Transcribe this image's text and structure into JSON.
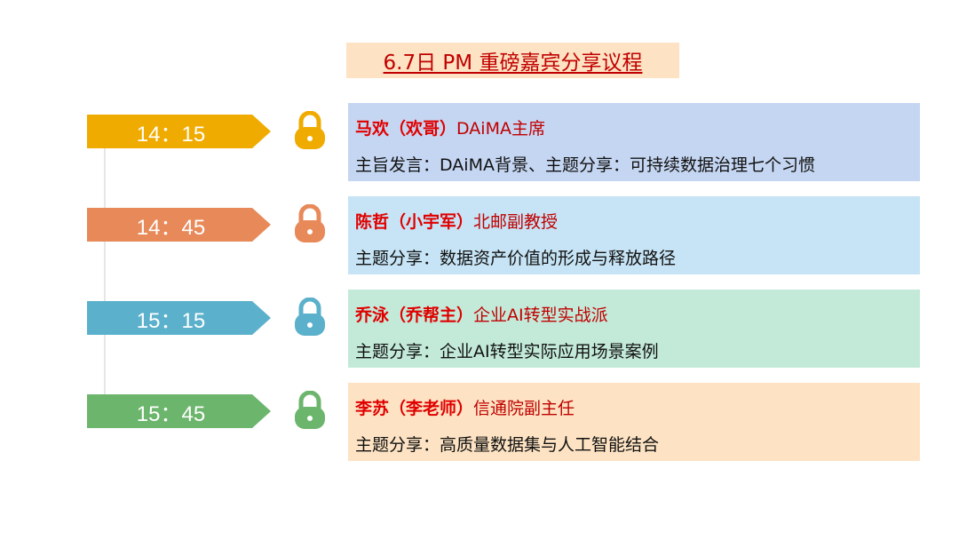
{
  "title": "6.7日 PM 重磅嘉宾分享议程",
  "sessions": [
    {
      "time": "14：15",
      "name": "马欢（欢哥）",
      "role": "DAiMA主席",
      "topic": "主旨发言：DAiMA背景、主题分享：可持续数据治理七个习惯",
      "tag_color": "#f0ab00",
      "box_color": "#c5d6f2"
    },
    {
      "time": "14：45",
      "name": "陈哲（小宇军）",
      "role": "北邮副教授",
      "topic": "主题分享：数据资产价值的形成与释放路径",
      "tag_color": "#e8895a",
      "box_color": "#c6e4f5"
    },
    {
      "time": "15：15",
      "name": "乔泳（乔帮主）",
      "role": "企业AI转型实战派",
      "topic": "主题分享：企业AI转型实际应用场景案例",
      "tag_color": "#5bb0cb",
      "box_color": "#c3ead9"
    },
    {
      "time": "15：45",
      "name": "李苏（李老师）",
      "role": "信通院副主任",
      "topic": "主题分享：高质量数据集与人工智能结合",
      "tag_color": "#6cb56c",
      "box_color": "#fde3c3"
    }
  ]
}
